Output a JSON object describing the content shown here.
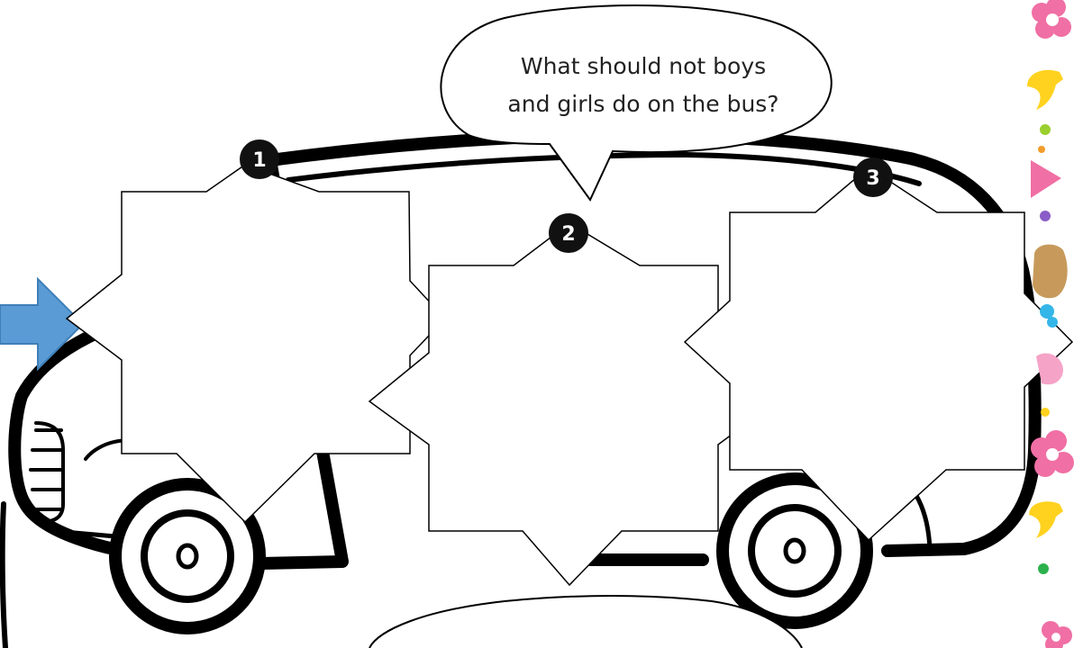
{
  "question": {
    "line1": "What should not boys",
    "line2": "and girls do on the bus?"
  },
  "badges": [
    "1",
    "2",
    "3"
  ],
  "colors": {
    "arrow": "#5b9bd5",
    "outline": "#000000",
    "border_pink": "#f06fa4",
    "border_yellow": "#ffd21f",
    "border_green": "#9bcf2d",
    "border_purple": "#8a5cc8",
    "border_tan": "#c79a5b",
    "border_blue": "#35b6e8",
    "border_orange": "#f39c2b"
  },
  "icons": [
    "arrow-right-icon",
    "bus-icon",
    "star-burst-icon",
    "speech-bubble-icon",
    "number-badge-icon",
    "flower-icon"
  ]
}
